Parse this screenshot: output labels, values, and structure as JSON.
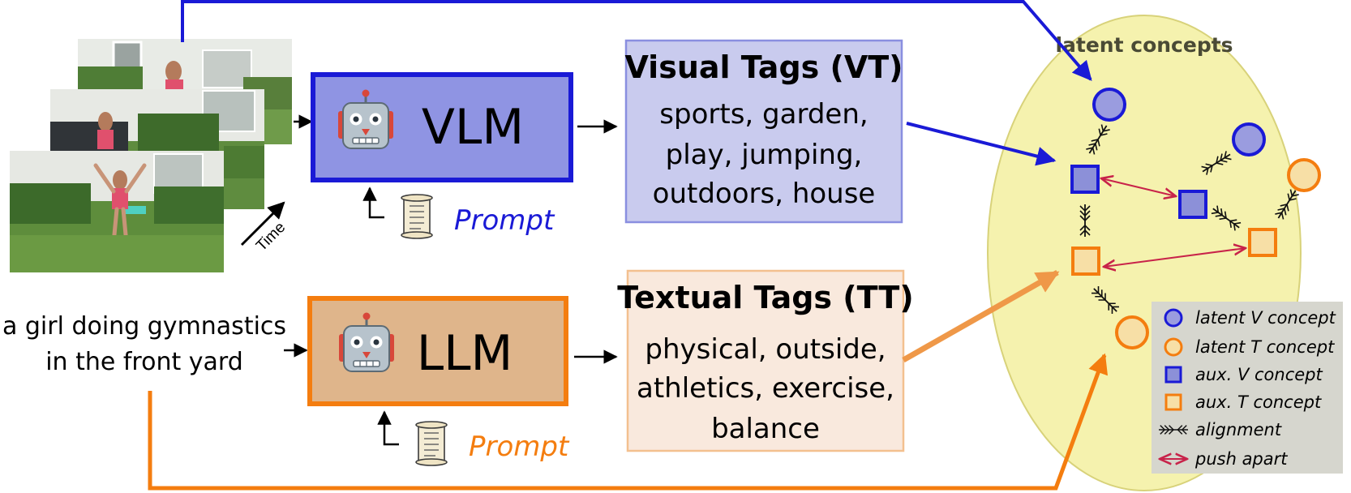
{
  "video": {
    "time_label": "Time"
  },
  "caption": {
    "line1": "a girl doing gymnastics",
    "line2": "in the front yard"
  },
  "vlm": {
    "label": "VLM",
    "prompt": "Prompt",
    "fill": "#8f94e3",
    "border": "#1a1ad6",
    "prompt_color": "#1a1ad6"
  },
  "llm": {
    "label": "LLM",
    "prompt": "Prompt",
    "fill": "#dfb58b",
    "border": "#f47d0f",
    "prompt_color": "#f47d0f"
  },
  "visual_tags": {
    "title": "Visual Tags (VT)",
    "lines": [
      "sports, garden,",
      "play, jumping,",
      "outdoors, house"
    ],
    "fill": "#c9cbee",
    "border": "#8a8fe0"
  },
  "textual_tags": {
    "title": "Textual Tags (TT)",
    "lines": [
      "physical, outside,",
      "athletics, exercise,",
      "balance"
    ],
    "fill": "#f9e9dd",
    "border": "#f3c08f"
  },
  "latent": {
    "title": "latent concepts",
    "fill": "#f5f2ae",
    "border": "#d8d27a"
  },
  "legend": {
    "items": [
      {
        "key": "latent_v",
        "label": "latent V concept"
      },
      {
        "key": "latent_t",
        "label": "latent T concept"
      },
      {
        "key": "aux_v",
        "label": "aux. V concept"
      },
      {
        "key": "aux_t",
        "label": "aux. T concept"
      },
      {
        "key": "alignment",
        "label": "alignment"
      },
      {
        "key": "push",
        "label": "push apart"
      }
    ]
  },
  "colors": {
    "blue": "#1a1ad6",
    "blue_fill": "#9a9cdf",
    "orange": "#f47d0f",
    "orange_fill": "#f7dfa6",
    "push": "#c8234a"
  }
}
